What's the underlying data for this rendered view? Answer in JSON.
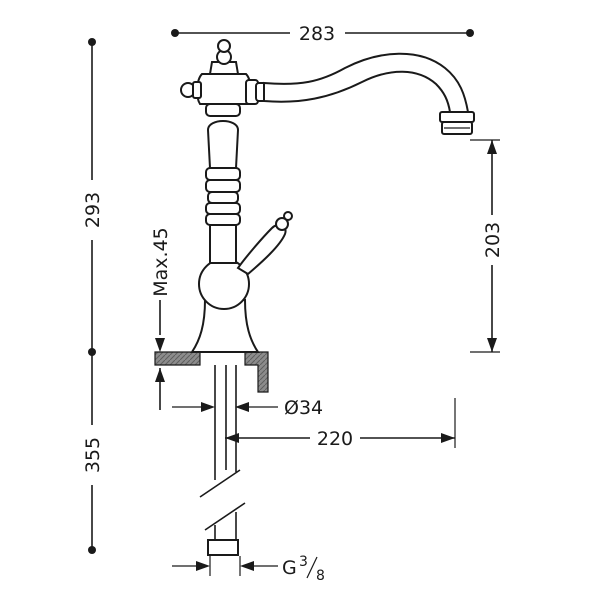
{
  "dimensions": {
    "spout_reach": "283",
    "total_height": "293",
    "spout_height": "203",
    "max_counter_thickness": "Max.45",
    "base_diameter": "Ø34",
    "hose_length_reach": "220",
    "under_counter_length": "355",
    "connection_thread_prefix": "G",
    "connection_thread_numerator": "3",
    "connection_thread_denominator": "8"
  },
  "colors": {
    "line": "#1a1a1a",
    "counter_fill": "#8c8c8c",
    "background": "#ffffff"
  }
}
